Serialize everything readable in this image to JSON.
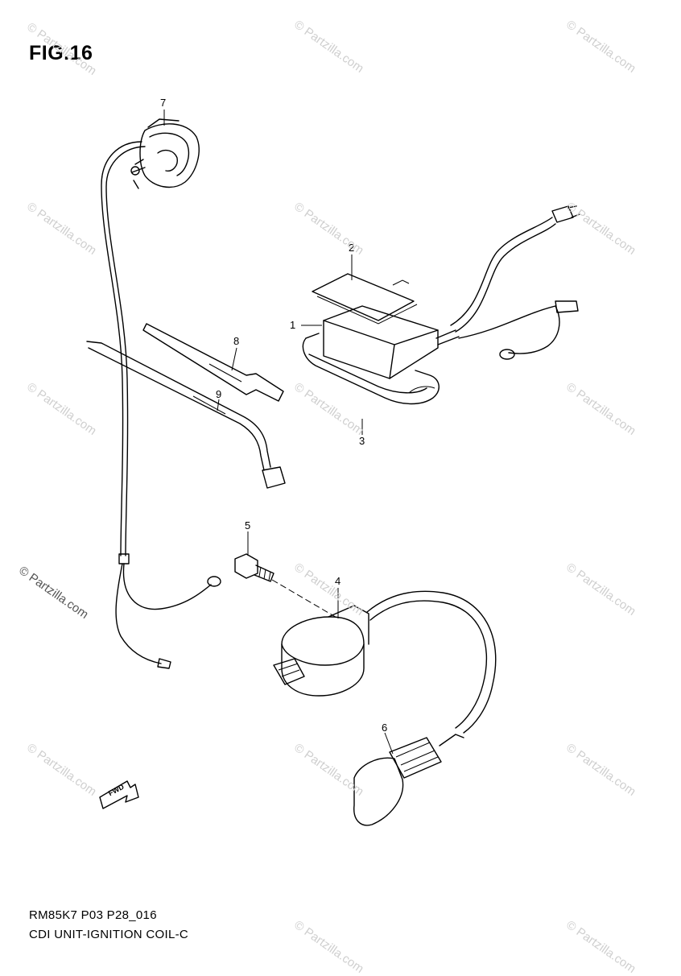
{
  "figure": {
    "title": "FIG.16",
    "model_code": "RM85K7 P03 P28_016",
    "caption": "CDI UNIT-IGNITION COIL-C"
  },
  "callouts": [
    {
      "id": "part-1",
      "label": "1"
    },
    {
      "id": "part-2",
      "label": "2"
    },
    {
      "id": "part-3",
      "label": "3"
    },
    {
      "id": "part-4",
      "label": "4"
    },
    {
      "id": "part-5",
      "label": "5"
    },
    {
      "id": "part-6",
      "label": "6"
    },
    {
      "id": "part-7",
      "label": "7"
    },
    {
      "id": "part-8",
      "label": "8"
    },
    {
      "id": "part-9",
      "label": "9"
    }
  ],
  "direction_marker": {
    "label": "FWD"
  },
  "watermark": {
    "text": "© Partzilla.com",
    "color": "#cfcfcf"
  },
  "copyright": {
    "text": "© Partzilla.com"
  }
}
